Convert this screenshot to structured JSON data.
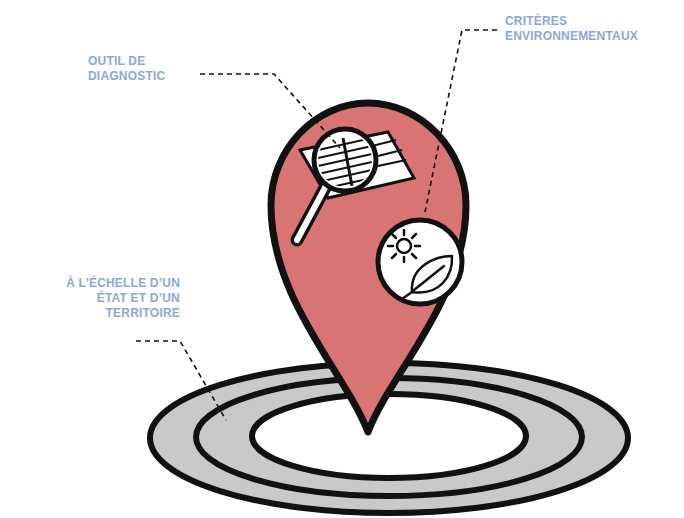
{
  "diagram": {
    "labels": [
      "OUTIL DE DIAGNOSTIC",
      "CRITÈRES ENVIRONNEMENTAUX",
      "À L’ÉCHELLE D’UN ÉTAT ET D’UN TERRITOIRE"
    ]
  }
}
